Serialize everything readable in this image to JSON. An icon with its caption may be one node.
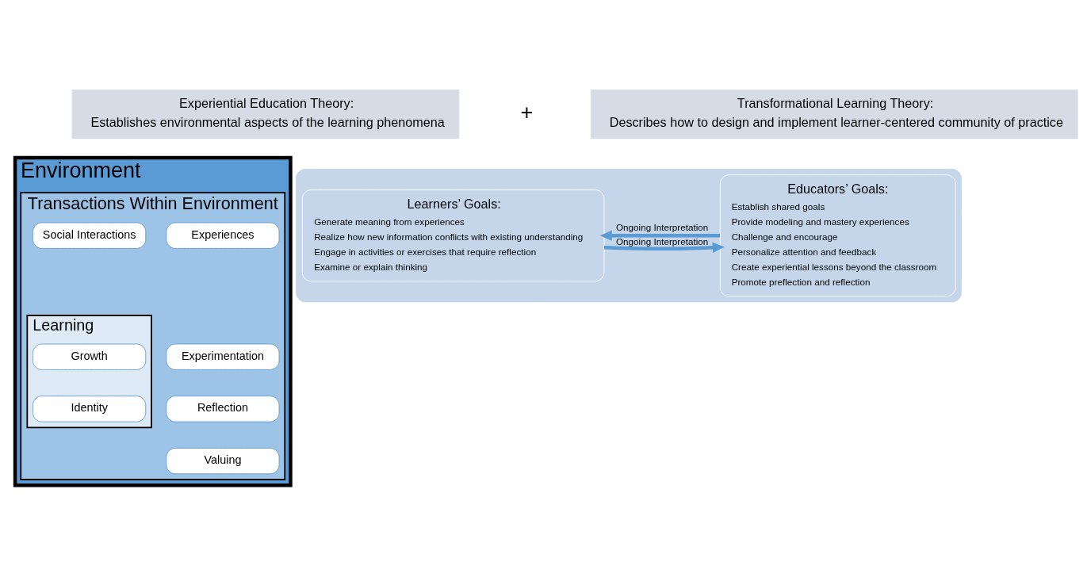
{
  "diagram": {
    "nodes": [
      {
        "text": [
          "Experiential Education Theory:",
          "Establishes environmental aspects of the learning phenomena"
        ]
      },
      {
        "text": [
          "Transformational Learning Theory:",
          "Describes how to design and implement learner-centered community of practice"
        ]
      },
      {
        "text": [
          "Environment"
        ]
      },
      {
        "text": [
          "Transactions Within Environment"
        ],
        "in": 2
      },
      {
        "text": [
          "Experiences"
        ],
        "in": 3
      },
      {
        "text": [
          "Social Interactions"
        ],
        "in": 3
      },
      {
        "text": [
          "Experimentation"
        ],
        "in": 3
      },
      {
        "text": [
          "Learning"
        ],
        "in": 3
      },
      {
        "text": [
          "Reflection"
        ],
        "in": 3
      },
      {
        "text": [
          "Growth"
        ],
        "in": 7
      },
      {
        "text": [
          "Valuing"
        ],
        "in": 3
      },
      {
        "text": [
          "Identity"
        ],
        "in": 7
      },
      {
        "text": [],
        "shape": "box"
      },
      {
        "text": [
          "Educators’ Goals:",
          "Establish shared goals",
          "Provide modeling and mastery experiences",
          "Challenge and encourage",
          "Personalize attention and feedback",
          "Create experiential lessons beyond the classroom",
          "Promote preflection and reflection"
        ],
        "in": 12
      },
      {
        "text": [
          "Learners’ Goals:",
          "Generate meaning from experiences",
          "Realize how new information conflicts with existing understanding",
          "Engage in activities or exercises that require reflection",
          "Examine or explain thinking"
        ],
        "in": 12
      }
    ],
    "edges": [
      {
        "from": 13,
        "to": 14,
        "arrow": "to",
        "label": "Ongoing Interpretation"
      },
      {
        "from": 14,
        "to": 13,
        "arrow": "to",
        "label": "Ongoing Interpretation"
      }
    ],
    "labels": [
      "+"
    ]
  }
}
